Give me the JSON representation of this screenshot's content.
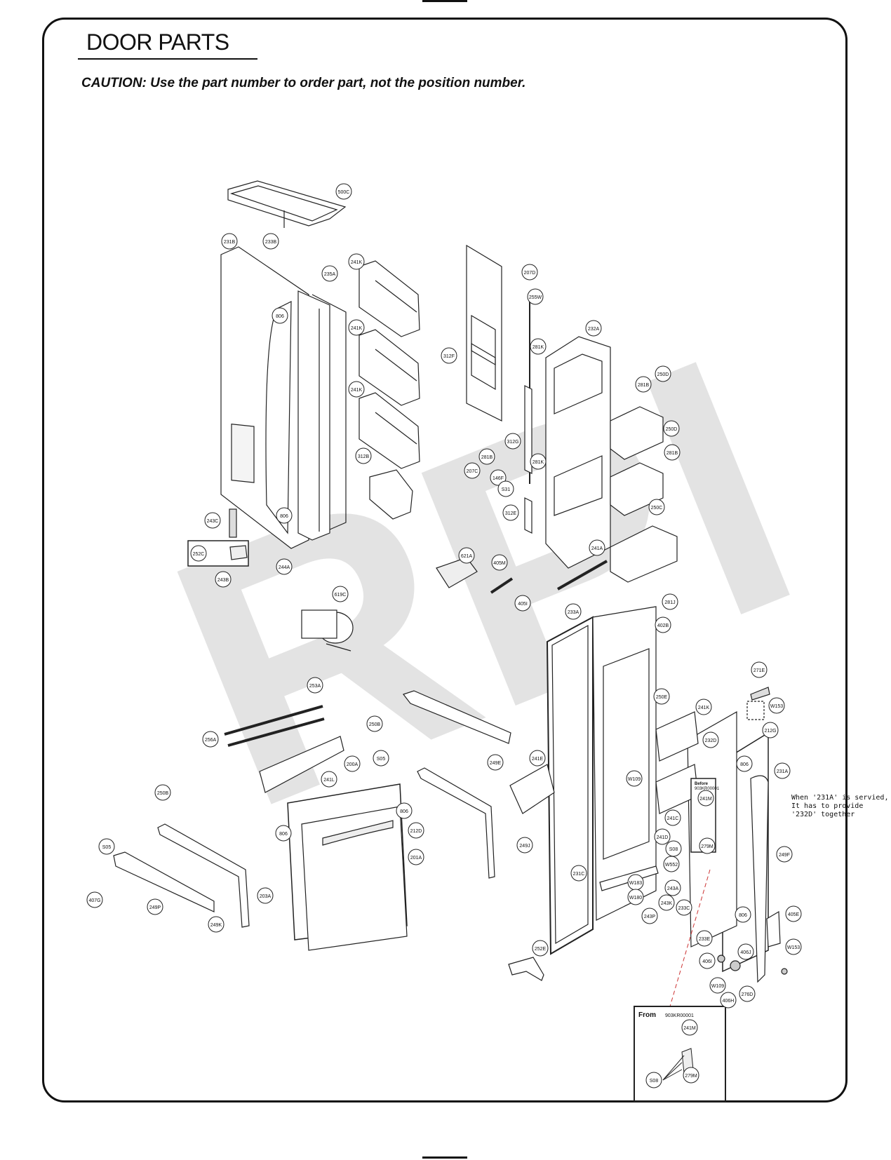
{
  "header": {
    "title": "DOOR PARTS",
    "caution": "CAUTION: Use the part number to order part, not the position number."
  },
  "watermark": {
    "text": "RPI"
  },
  "note": {
    "text": "When '231A' is servied,\nIt has to provide\n'232D' together"
  },
  "inset_before": {
    "label": "Before",
    "serial": "903KR00001"
  },
  "inset_from": {
    "label": "From",
    "serial": "903KR00001"
  },
  "callouts": [
    {
      "id": "c500C",
      "label": "500C"
    },
    {
      "id": "c231B",
      "label": "231B"
    },
    {
      "id": "c233B",
      "label": "233B"
    },
    {
      "id": "c235A",
      "label": "235A"
    },
    {
      "id": "c241K_1",
      "label": "241K"
    },
    {
      "id": "c241K_2",
      "label": "241K"
    },
    {
      "id": "c241K_3",
      "label": "241K"
    },
    {
      "id": "c806_1",
      "label": "806"
    },
    {
      "id": "c806_2",
      "label": "806"
    },
    {
      "id": "c243C",
      "label": "243C"
    },
    {
      "id": "c252C",
      "label": "252C"
    },
    {
      "id": "c243B",
      "label": "243B"
    },
    {
      "id": "c244A",
      "label": "244A"
    },
    {
      "id": "c312B",
      "label": "312B"
    },
    {
      "id": "c312F",
      "label": "312F"
    },
    {
      "id": "c207D",
      "label": "207D"
    },
    {
      "id": "c255W",
      "label": "255W"
    },
    {
      "id": "c281K_1",
      "label": "281K"
    },
    {
      "id": "c232A",
      "label": "232A"
    },
    {
      "id": "c250D_1",
      "label": "250D"
    },
    {
      "id": "c281B_1",
      "label": "281B"
    },
    {
      "id": "c250D_2",
      "label": "250D"
    },
    {
      "id": "c281B_2",
      "label": "281B"
    },
    {
      "id": "c312G",
      "label": "312G"
    },
    {
      "id": "c281B_3",
      "label": "281B"
    },
    {
      "id": "c207C",
      "label": "207C"
    },
    {
      "id": "c146F",
      "label": "146F"
    },
    {
      "id": "c531",
      "label": "S31"
    },
    {
      "id": "c312E",
      "label": "312E"
    },
    {
      "id": "c281K_2",
      "label": "281K"
    },
    {
      "id": "c250C",
      "label": "250C"
    },
    {
      "id": "c241A",
      "label": "241A"
    },
    {
      "id": "c621A",
      "label": "621A"
    },
    {
      "id": "c405M",
      "label": "405M"
    },
    {
      "id": "c405I",
      "label": "405I"
    },
    {
      "id": "c619C",
      "label": "619C"
    },
    {
      "id": "c233A",
      "label": "233A"
    },
    {
      "id": "c281J",
      "label": "281J"
    },
    {
      "id": "c402B",
      "label": "402B"
    },
    {
      "id": "c253A",
      "label": "253A"
    },
    {
      "id": "c256A",
      "label": "256A"
    },
    {
      "id": "c250B_1",
      "label": "250B"
    },
    {
      "id": "c505_1",
      "label": "S05"
    },
    {
      "id": "c249E",
      "label": "249E"
    },
    {
      "id": "c241L",
      "label": "241L"
    },
    {
      "id": "c200A",
      "label": "200A"
    },
    {
      "id": "c250B_2",
      "label": "250B"
    },
    {
      "id": "c806_3",
      "label": "806"
    },
    {
      "id": "c806_4",
      "label": "806"
    },
    {
      "id": "c212D",
      "label": "212D"
    },
    {
      "id": "c201A",
      "label": "201A"
    },
    {
      "id": "c203A",
      "label": "203A"
    },
    {
      "id": "c505_2",
      "label": "S05"
    },
    {
      "id": "c407G",
      "label": "407G"
    },
    {
      "id": "c249P",
      "label": "249P"
    },
    {
      "id": "c249K",
      "label": "249K"
    },
    {
      "id": "c249J",
      "label": "249J"
    },
    {
      "id": "c241E",
      "label": "241E"
    },
    {
      "id": "c250E",
      "label": "250E"
    },
    {
      "id": "c241K_4",
      "label": "241K"
    },
    {
      "id": "c232D",
      "label": "232D"
    },
    {
      "id": "c271E",
      "label": "271E"
    },
    {
      "id": "cW153_1",
      "label": "W153"
    },
    {
      "id": "c212G",
      "label": "212G"
    },
    {
      "id": "c806_5",
      "label": "806"
    },
    {
      "id": "c231A",
      "label": "231A"
    },
    {
      "id": "cW109_1",
      "label": "W109"
    },
    {
      "id": "c241M_1",
      "label": "241M"
    },
    {
      "id": "c241C",
      "label": "241C"
    },
    {
      "id": "c241D",
      "label": "241D"
    },
    {
      "id": "c508_1",
      "label": "S08"
    },
    {
      "id": "c279M_1",
      "label": "279M"
    },
    {
      "id": "cW552",
      "label": "W552"
    },
    {
      "id": "c231C",
      "label": "231C"
    },
    {
      "id": "cW183",
      "label": "W183"
    },
    {
      "id": "c243A",
      "label": "243A"
    },
    {
      "id": "cW180",
      "label": "W180"
    },
    {
      "id": "c243K",
      "label": "243K"
    },
    {
      "id": "c243P",
      "label": "243P"
    },
    {
      "id": "c233C",
      "label": "233C"
    },
    {
      "id": "c249F",
      "label": "249F"
    },
    {
      "id": "c806_6",
      "label": "806"
    },
    {
      "id": "c405E",
      "label": "405E"
    },
    {
      "id": "cW153_2",
      "label": "W153"
    },
    {
      "id": "c233E",
      "label": "233E"
    },
    {
      "id": "c406J",
      "label": "406J"
    },
    {
      "id": "c406I",
      "label": "406I"
    },
    {
      "id": "cW109_2",
      "label": "W109"
    },
    {
      "id": "c276D",
      "label": "276D"
    },
    {
      "id": "c406H",
      "label": "406H"
    },
    {
      "id": "c252E",
      "label": "252E"
    },
    {
      "id": "c241M_2",
      "label": "241M"
    },
    {
      "id": "c508_2",
      "label": "S08"
    },
    {
      "id": "c279M_2",
      "label": "279M"
    }
  ]
}
